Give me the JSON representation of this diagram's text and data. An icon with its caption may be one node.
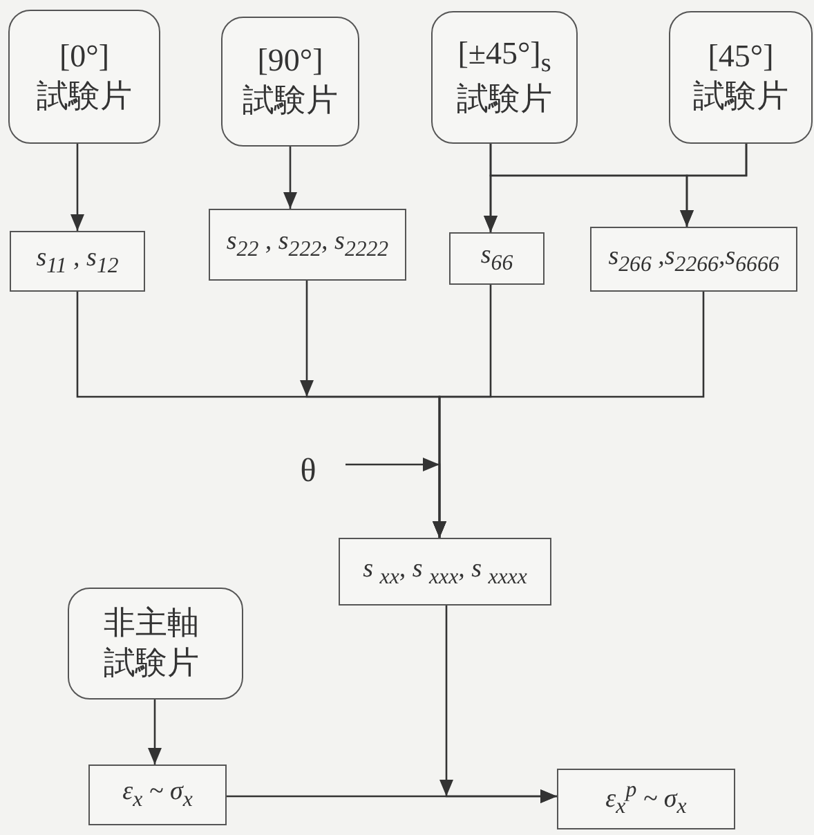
{
  "diagram": {
    "nodes": [
      {
        "text": [
          "[0°]",
          "試験片"
        ]
      },
      {
        "text": [
          "[90°]",
          "試験片"
        ]
      },
      {
        "text": [
          "[±45°]$_{s}$",
          "試験片"
        ]
      },
      {
        "text": [
          "[45°]",
          "試験片"
        ]
      },
      {
        "text": [
          "s$_{11}$ ,   s$_{12}$"
        ]
      },
      {
        "text": [
          "s$_{22}$ , s$_{222}$, s$_{2222}$"
        ]
      },
      {
        "text": [
          "s$_{66}$"
        ]
      },
      {
        "text": [
          "s$_{266}$ ,s$_{2266}$,s$_{6666}$"
        ]
      },
      {
        "text": [
          "θ"
        ]
      },
      {
        "text": [
          "s $_{xx}$, s $_{xxx}$, s $_{xxxx}$"
        ]
      },
      {
        "text": [
          "非主軸試験片"
        ]
      },
      {
        "text": [
          "ε$_{x}$ ~ σ$_{x}$"
        ]
      },
      {
        "text": [
          "ε$_{x}$$^{p}$ ~ σ$_{x}$"
        ]
      }
    ],
    "edges": [
      {
        "from": 0,
        "to": 4,
        "arrow": "to"
      },
      {
        "from": 1,
        "to": 5,
        "arrow": "to"
      },
      {
        "from": 2,
        "to": 6,
        "arrow": "to"
      },
      {
        "from": 2,
        "to": 7,
        "arrow": "to"
      },
      {
        "from": 3,
        "to": 6,
        "arrow": "to"
      },
      {
        "from": 3,
        "to": 7,
        "arrow": "to"
      },
      {
        "from": 4,
        "to": 9,
        "arrow": "to"
      },
      {
        "from": 5,
        "to": 9,
        "arrow": "to"
      },
      {
        "from": 6,
        "to": 9,
        "arrow": "to"
      },
      {
        "from": 7,
        "to": 9,
        "arrow": "to"
      },
      {
        "from": 8,
        "to": 9,
        "arrow": "to"
      },
      {
        "from": 10,
        "to": 11,
        "arrow": "to"
      },
      {
        "from": 9,
        "to": 12,
        "arrow": "to"
      },
      {
        "from": 11,
        "to": 12,
        "arrow": "to"
      }
    ]
  }
}
